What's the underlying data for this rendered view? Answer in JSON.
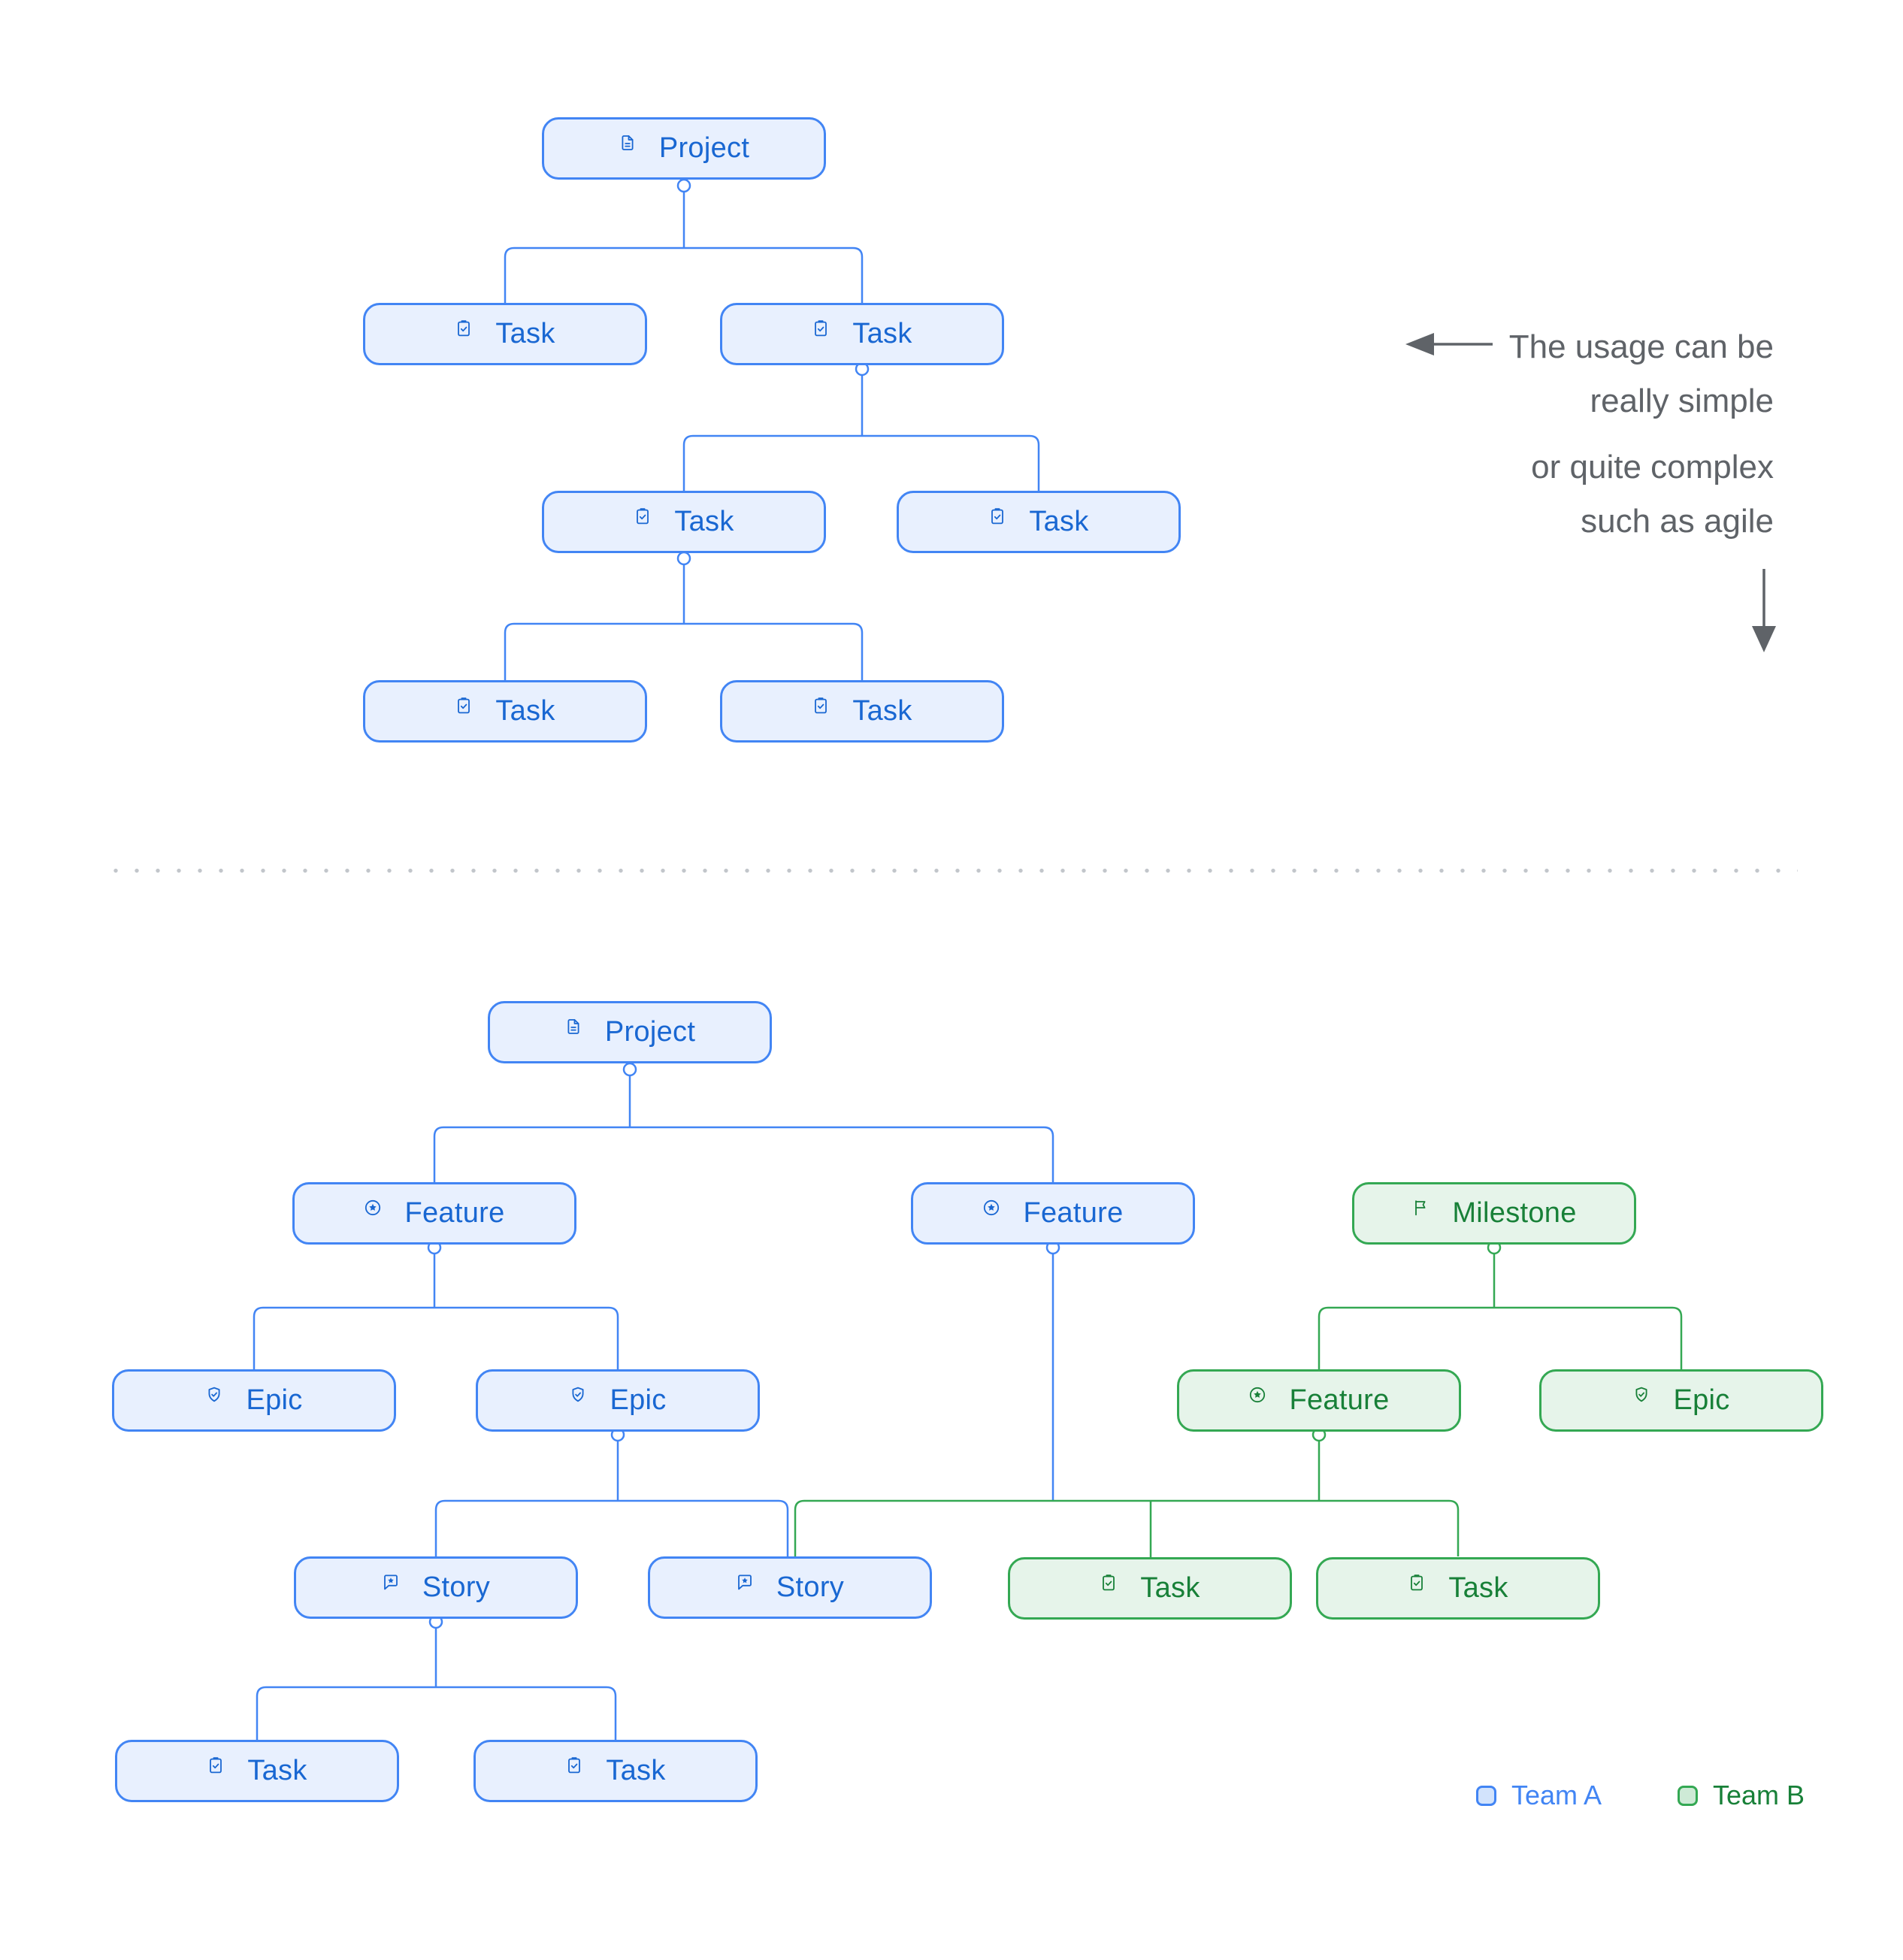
{
  "colors": {
    "team_a_border": "#4285F4",
    "team_a_fill": "#E8F0FE",
    "team_a_text": "#1967D2",
    "team_b_border": "#34A853",
    "team_b_fill": "#E6F4EA",
    "team_b_text": "#188038",
    "annotation_gray": "#5F6368",
    "divider_dots": "#C2C6CB"
  },
  "annotation": {
    "line1": "The usage can be",
    "line2": "really simple",
    "line3": "or quite complex",
    "line4": "such as agile",
    "pointer_simple": "left-arrow-icon",
    "pointer_complex": "down-arrow-icon"
  },
  "legend": {
    "team_a": "Team A",
    "team_b": "Team B"
  },
  "simple_tree": {
    "nodes": [
      {
        "id": "project",
        "label": "Project",
        "icon": "document",
        "children": [
          "task-1",
          "task-2"
        ]
      },
      {
        "id": "task-1",
        "label": "Task",
        "icon": "clipboard-check",
        "children": []
      },
      {
        "id": "task-2",
        "label": "Task",
        "icon": "clipboard-check",
        "children": [
          "task-3",
          "task-4"
        ]
      },
      {
        "id": "task-3",
        "label": "Task",
        "icon": "clipboard-check",
        "children": [
          "task-5",
          "task-6"
        ]
      },
      {
        "id": "task-4",
        "label": "Task",
        "icon": "clipboard-check",
        "children": []
      },
      {
        "id": "task-5",
        "label": "Task",
        "icon": "clipboard-check",
        "children": []
      },
      {
        "id": "task-6",
        "label": "Task",
        "icon": "clipboard-check",
        "children": []
      }
    ]
  },
  "complex_tree": {
    "nodes": [
      {
        "id": "project",
        "label": "Project",
        "icon": "document",
        "team": "A",
        "children": [
          "feature-1",
          "feature-2"
        ]
      },
      {
        "id": "feature-1",
        "label": "Feature",
        "icon": "star-circle",
        "team": "A",
        "children": [
          "epic-1",
          "epic-2"
        ]
      },
      {
        "id": "feature-2",
        "label": "Feature",
        "icon": "star-circle",
        "team": "A",
        "children": [
          "story-2",
          "task-b1",
          "task-b2"
        ]
      },
      {
        "id": "milestone",
        "label": "Milestone",
        "icon": "flag",
        "team": "B",
        "children": [
          "feature-3",
          "epic-3"
        ]
      },
      {
        "id": "epic-1",
        "label": "Epic",
        "icon": "shield-check",
        "team": "A",
        "children": []
      },
      {
        "id": "epic-2",
        "label": "Epic",
        "icon": "shield-check",
        "team": "A",
        "children": [
          "story-1",
          "story-2"
        ]
      },
      {
        "id": "feature-3",
        "label": "Feature",
        "icon": "star-circle",
        "team": "B",
        "children": [
          "story-2",
          "task-b1",
          "task-b2"
        ]
      },
      {
        "id": "epic-3",
        "label": "Epic",
        "icon": "shield-check",
        "team": "B",
        "children": []
      },
      {
        "id": "story-1",
        "label": "Story",
        "icon": "story-bubble",
        "team": "A",
        "children": [
          "task-a1",
          "task-a2"
        ]
      },
      {
        "id": "story-2",
        "label": "Story",
        "icon": "story-bubble",
        "team": "A",
        "children": []
      },
      {
        "id": "task-b1",
        "label": "Task",
        "icon": "clipboard-check",
        "team": "B",
        "children": []
      },
      {
        "id": "task-b2",
        "label": "Task",
        "icon": "clipboard-check",
        "team": "B",
        "children": []
      },
      {
        "id": "task-a1",
        "label": "Task",
        "icon": "clipboard-check",
        "team": "A",
        "children": []
      },
      {
        "id": "task-a2",
        "label": "Task",
        "icon": "clipboard-check",
        "team": "A",
        "children": []
      }
    ]
  }
}
